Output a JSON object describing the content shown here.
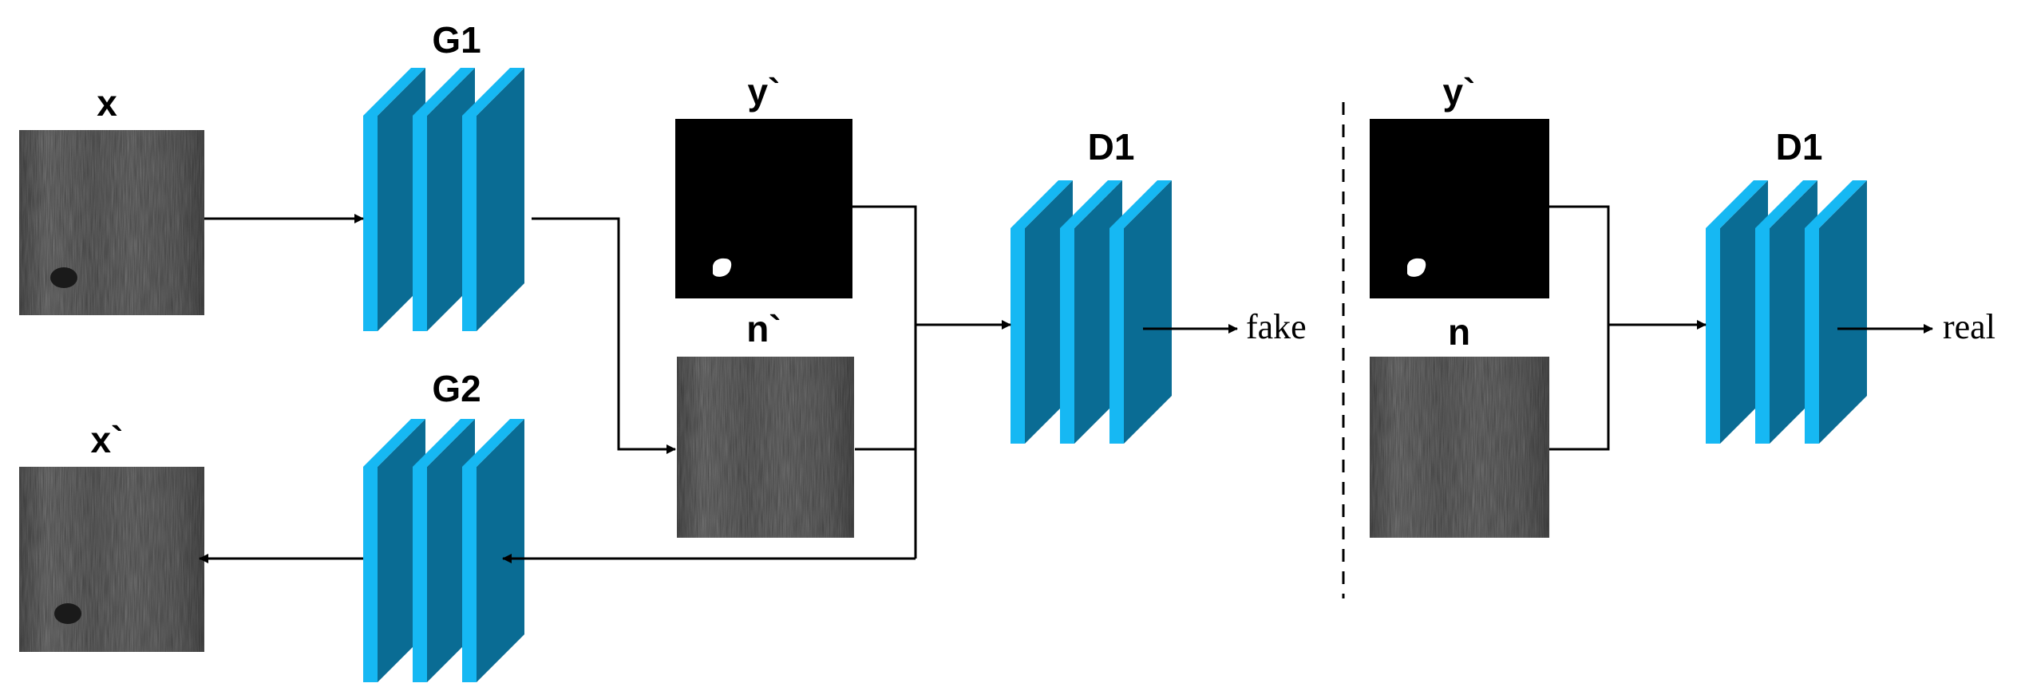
{
  "labels": {
    "x": "x",
    "g1": "G1",
    "y_prime_left": "y`",
    "n_prime": "n`",
    "d1_left": "D1",
    "g2": "G2",
    "x_prime": "x`",
    "y_prime_right": "y`",
    "n": "n",
    "d1_right": "D1"
  },
  "outputs": {
    "fake": "fake",
    "real": "real"
  },
  "colors": {
    "layer_front": "#16b8f3",
    "layer_side": "#0a6c94",
    "line": "#000000"
  }
}
